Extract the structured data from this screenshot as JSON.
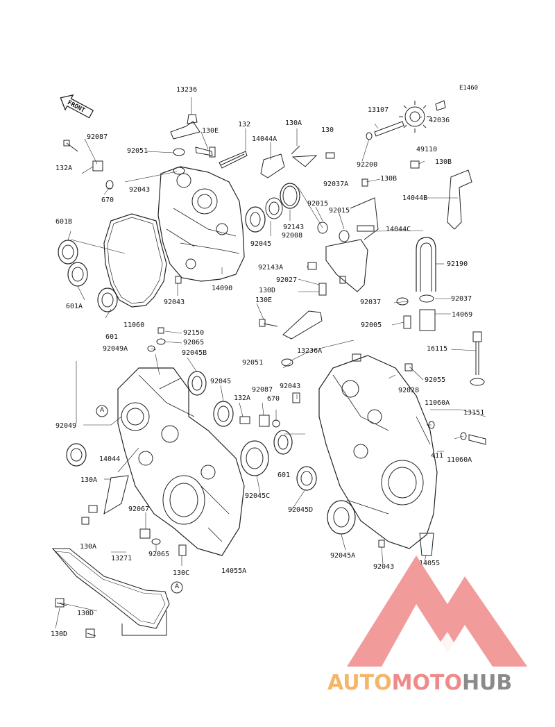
{
  "diagram": {
    "ref_code": "E1460",
    "direction_label": "FRONT",
    "markers": {
      "upper": "A",
      "lower": "A"
    },
    "labels": [
      {
        "text": "13236"
      },
      {
        "text": "130E"
      },
      {
        "text": "132"
      },
      {
        "text": "14044A"
      },
      {
        "text": "130A"
      },
      {
        "text": "130"
      },
      {
        "text": "92087"
      },
      {
        "text": "92051"
      },
      {
        "text": "132A"
      },
      {
        "text": "92037A"
      },
      {
        "text": "92043"
      },
      {
        "text": "670"
      },
      {
        "text": "601B"
      },
      {
        "text": "92015"
      },
      {
        "text": "92015"
      },
      {
        "text": "92008"
      },
      {
        "text": "92143"
      },
      {
        "text": "92045"
      },
      {
        "text": "14090"
      },
      {
        "text": "92043"
      },
      {
        "text": "601A"
      },
      {
        "text": "11060"
      },
      {
        "text": "92143A"
      },
      {
        "text": "92027"
      },
      {
        "text": "130D"
      },
      {
        "text": "130E"
      },
      {
        "text": "13107"
      },
      {
        "text": "42036"
      },
      {
        "text": "49110"
      },
      {
        "text": "92200"
      },
      {
        "text": "130B"
      },
      {
        "text": "130B"
      },
      {
        "text": "14044B"
      },
      {
        "text": "14044C"
      },
      {
        "text": "92190"
      },
      {
        "text": "92037"
      },
      {
        "text": "92037"
      },
      {
        "text": "14069"
      },
      {
        "text": "92005"
      },
      {
        "text": "16115"
      },
      {
        "text": "92150"
      },
      {
        "text": "601"
      },
      {
        "text": "92065"
      },
      {
        "text": "92049A"
      },
      {
        "text": "13236A"
      },
      {
        "text": "92045B"
      },
      {
        "text": "92051"
      },
      {
        "text": "92045"
      },
      {
        "text": "92087"
      },
      {
        "text": "92043"
      },
      {
        "text": "92028"
      },
      {
        "text": "92055"
      },
      {
        "text": "132A"
      },
      {
        "text": "670"
      },
      {
        "text": "11060A"
      },
      {
        "text": "13151"
      },
      {
        "text": "92049"
      },
      {
        "text": "14044"
      },
      {
        "text": "130A"
      },
      {
        "text": "601"
      },
      {
        "text": "411"
      },
      {
        "text": "11060A"
      },
      {
        "text": "92045C"
      },
      {
        "text": "92067"
      },
      {
        "text": "92045D"
      },
      {
        "text": "130A"
      },
      {
        "text": "13271"
      },
      {
        "text": "92065"
      },
      {
        "text": "130C"
      },
      {
        "text": "14055A"
      },
      {
        "text": "92045A"
      },
      {
        "text": "92043"
      },
      {
        "text": "14055"
      },
      {
        "text": "130D"
      },
      {
        "text": "130D"
      }
    ]
  },
  "watermark": {
    "part1": "AUTO",
    "part2": "MOTO",
    "part3": "HUB"
  },
  "colors": {
    "logo_orange": "#f5b66a",
    "logo_red": "#f08a8a",
    "logo_grey": "#8a8a8a",
    "line": "#222222"
  }
}
